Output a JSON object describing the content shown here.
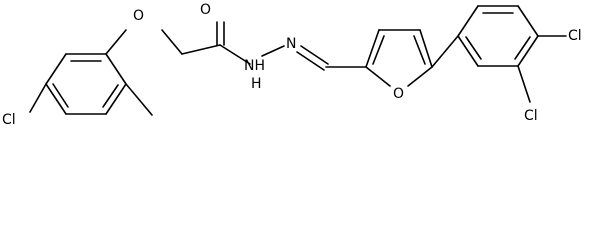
{
  "molecule": {
    "atom_labels": {
      "cl_left": "Cl",
      "cl_right_top": "Cl",
      "cl_right_bottom": "Cl",
      "o_ether": "O",
      "o_carbonyl": "O",
      "nh": "NH",
      "h_of_nh": "H",
      "n_imine": "N",
      "o_furan": "O"
    }
  },
  "colors": {
    "bond": "#000000",
    "label": "#000000",
    "background": "#ffffff"
  }
}
